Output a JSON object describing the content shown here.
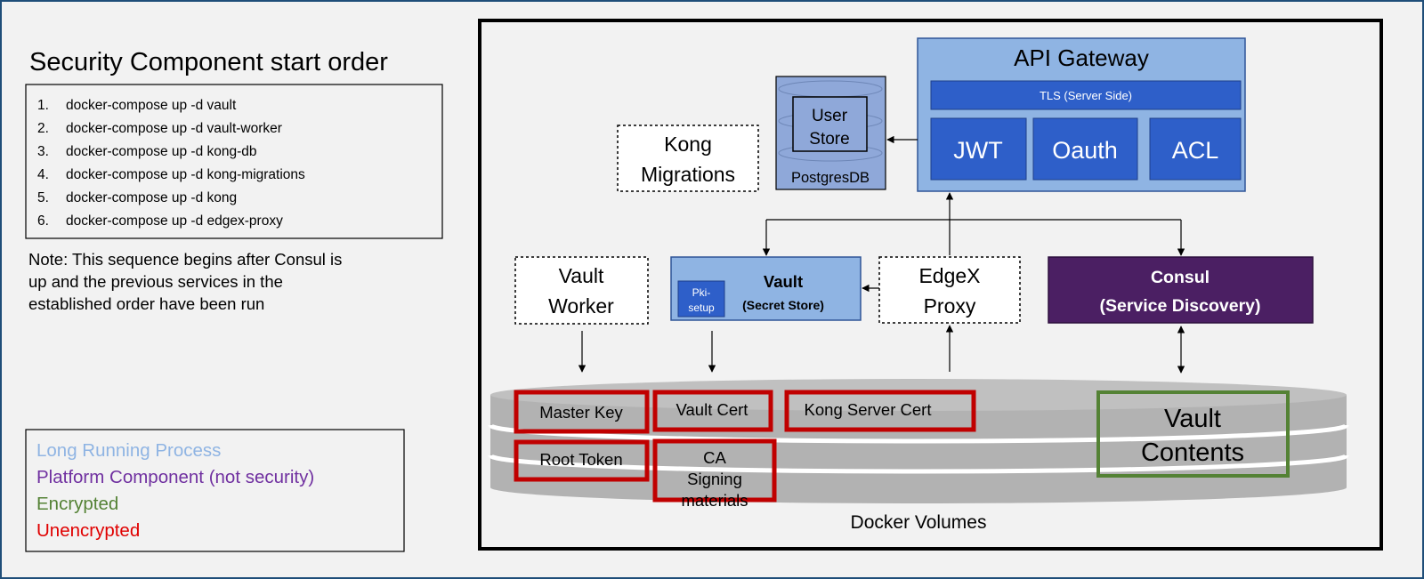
{
  "left_panel": {
    "title": "Security Component start order",
    "steps": [
      {
        "num": "1.",
        "cmd": "docker-compose up -d vault"
      },
      {
        "num": "2.",
        "cmd": "docker-compose up -d vault-worker"
      },
      {
        "num": "3.",
        "cmd": "docker-compose up -d kong-db"
      },
      {
        "num": "4.",
        "cmd": "docker-compose up -d kong-migrations"
      },
      {
        "num": "5.",
        "cmd": "docker-compose up -d kong"
      },
      {
        "num": "6.",
        "cmd": "docker-compose up -d edgex-proxy"
      }
    ],
    "note": [
      "Note: This sequence begins after Consul is",
      "up and the previous services in the",
      "established order have been run"
    ]
  },
  "legend": [
    {
      "label": "Long Running Process",
      "color": "#8fb4e3"
    },
    {
      "label": "Platform Component (not security)",
      "color": "#7030a0"
    },
    {
      "label": "Encrypted",
      "color": "#548235"
    },
    {
      "label": "Unencrypted",
      "color": "#e00000"
    }
  ],
  "diagram": {
    "api_gateway": {
      "title": "API Gateway",
      "tls": "TLS (Server Side)",
      "modules": [
        "JWT",
        "Oauth",
        "ACL"
      ]
    },
    "postgres": {
      "inner": [
        "User",
        "Store"
      ],
      "label": "PostgresDB"
    },
    "kong_migrations": [
      "Kong",
      "Migrations"
    ],
    "vault_worker": [
      "Vault",
      "Worker"
    ],
    "vault": {
      "title": "Vault",
      "subtitle": "(Secret Store)",
      "pki": [
        "Pki-",
        "setup"
      ]
    },
    "edgex_proxy": [
      "EdgeX",
      "Proxy"
    ],
    "consul": {
      "title": "Consul",
      "subtitle": "(Service Discovery)"
    },
    "volumes": {
      "label": "Docker Volumes",
      "items": {
        "master_key": "Master Key",
        "vault_cert": "Vault Cert",
        "kong_server_cert": "Kong Server Cert",
        "root_token": "Root Token",
        "ca_signing": [
          "CA",
          "Signing",
          "materials"
        ],
        "vault_contents": [
          "Vault",
          "Contents"
        ]
      }
    }
  }
}
